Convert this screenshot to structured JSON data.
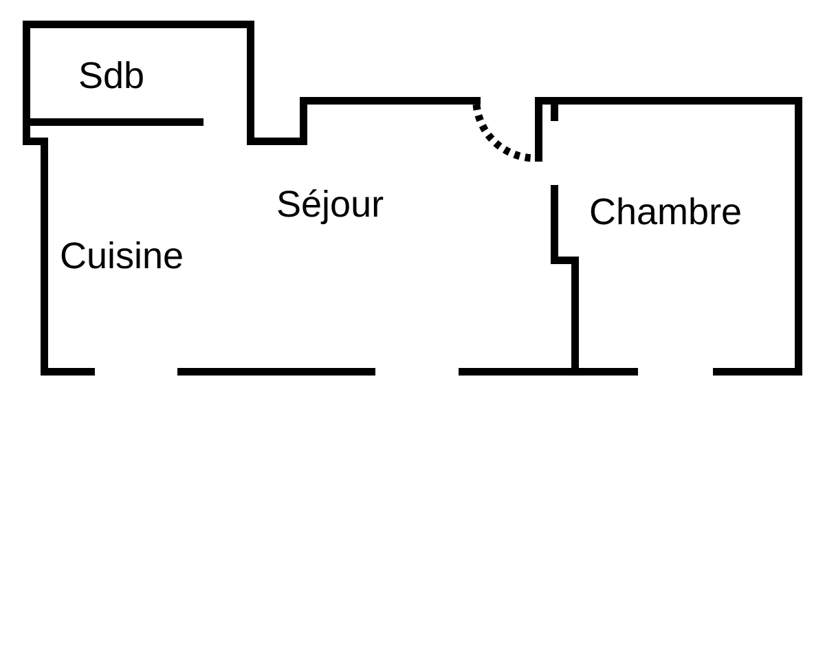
{
  "rooms": {
    "bathroom": "Sdb",
    "living": "Séjour",
    "kitchen": "Cuisine",
    "bedroom": "Chambre"
  },
  "colors": {
    "wall": "#000000",
    "background": "#ffffff"
  }
}
